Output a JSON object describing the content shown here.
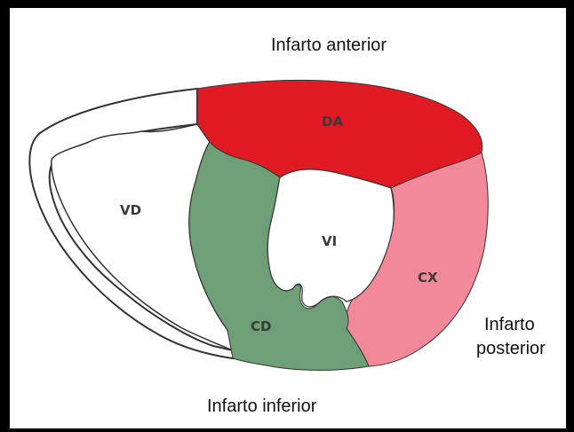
{
  "labels": {
    "anterior": "Infarto anterior",
    "posterior_line1": "Infarto",
    "posterior_line2": "posterior",
    "inferior": "Infarto inferior"
  },
  "regions": {
    "da": "DA",
    "vd": "VD",
    "vi": "VI",
    "cx": "CX",
    "cd": "CD"
  },
  "colors": {
    "da": "#e01b24",
    "cx": "#f2899a",
    "cd": "#6f9f76",
    "outline": "#333333"
  }
}
